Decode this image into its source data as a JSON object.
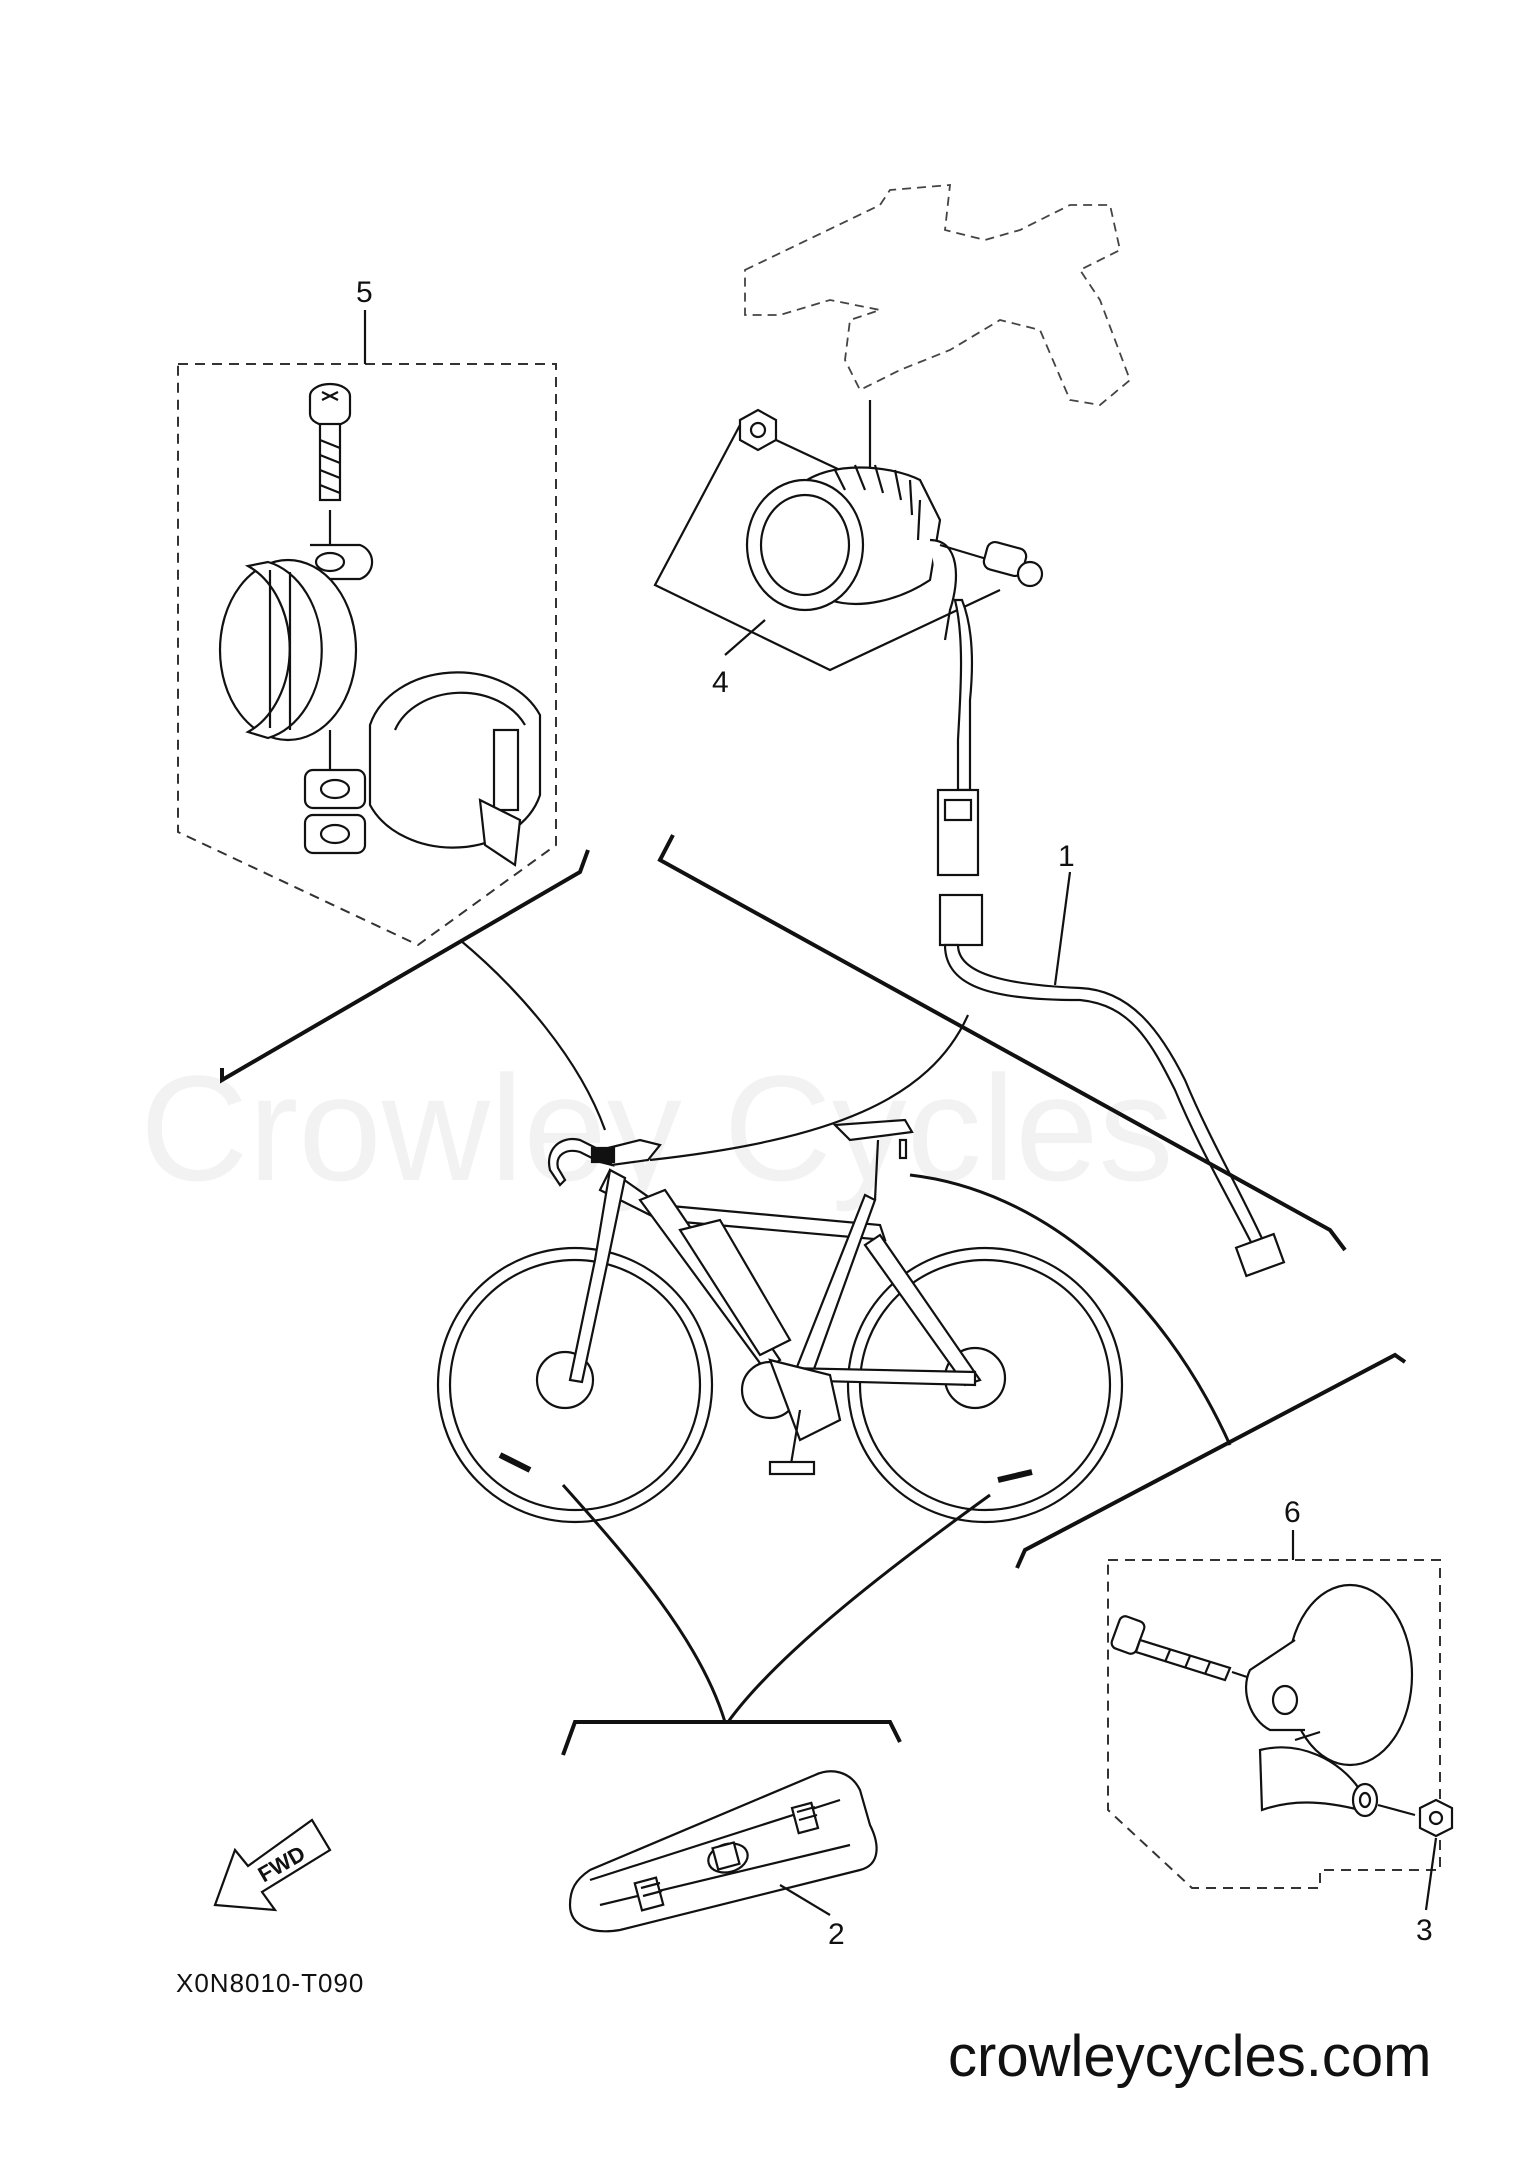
{
  "diagram": {
    "callouts": [
      "1",
      "2",
      "3",
      "4",
      "5",
      "6"
    ],
    "drawing_code": "X0N8010-T090",
    "fwd_label": "FWD",
    "watermark": "Crowley Cycles",
    "website": "crowleycycles.com"
  }
}
